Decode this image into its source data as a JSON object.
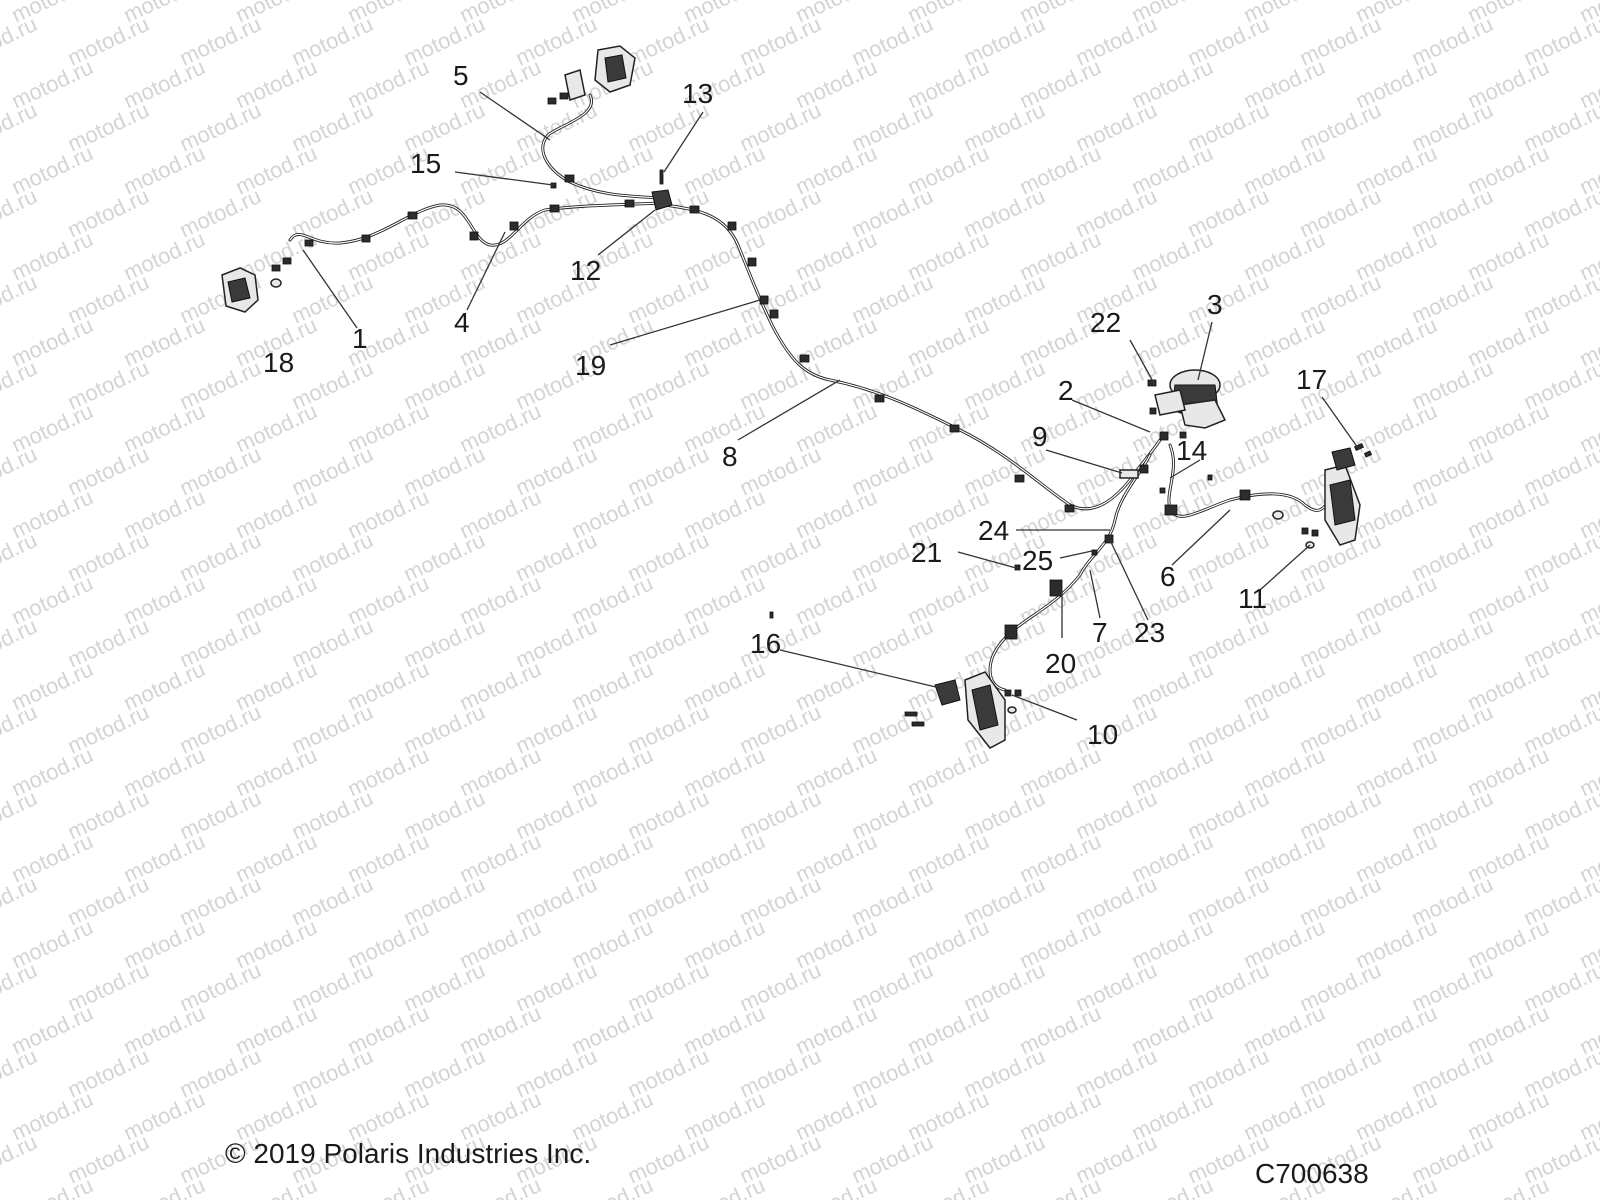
{
  "watermark_text": "motod.ru",
  "callouts": [
    "1",
    "2",
    "3",
    "4",
    "5",
    "6",
    "7",
    "8",
    "9",
    "10",
    "11",
    "12",
    "13",
    "14",
    "15",
    "16",
    "17",
    "18",
    "19",
    "20",
    "21",
    "22",
    "23",
    "24",
    "25"
  ],
  "copyright": "© 2019 Polaris Industries Inc.",
  "diagram_code": "C700638"
}
